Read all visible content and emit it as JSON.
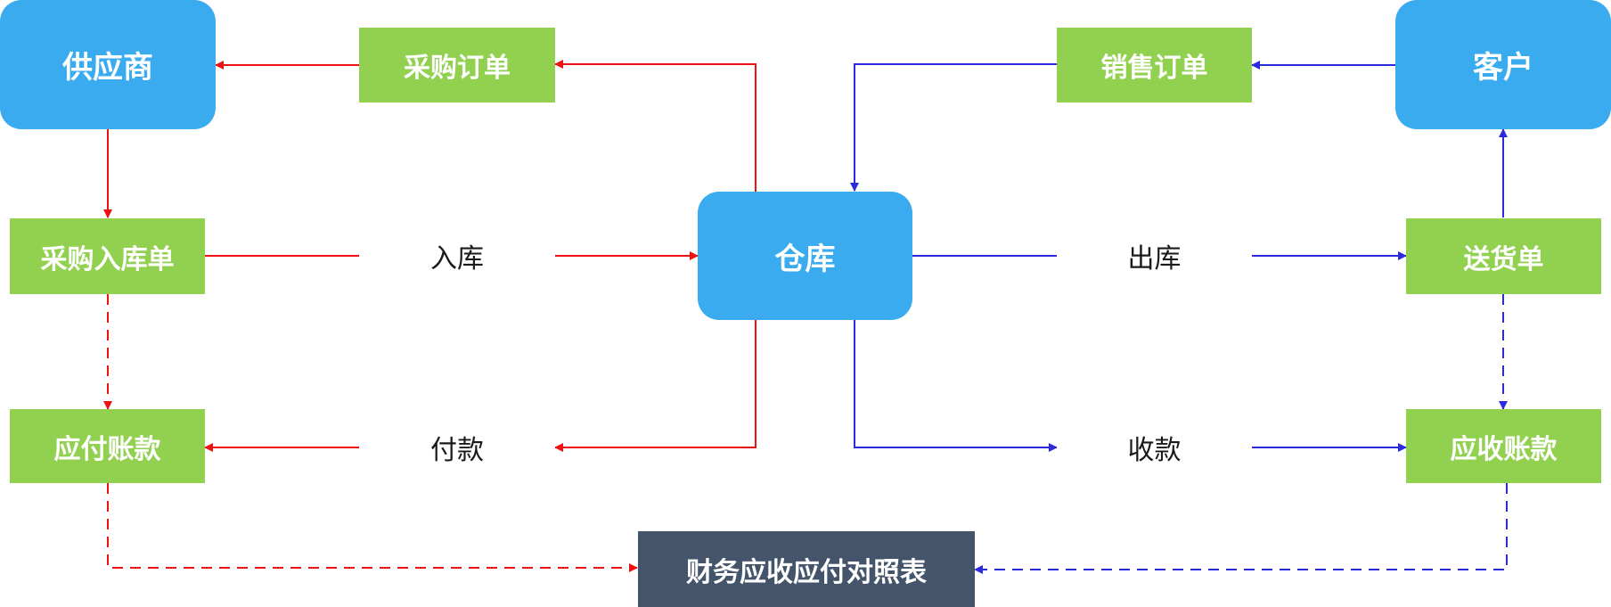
{
  "colors": {
    "entity": "#3aabef",
    "document": "#92d050",
    "report": "#44546a",
    "purchase_flow": "#ee1111",
    "sales_flow": "#2b2bdd"
  },
  "nodes": {
    "supplier": "供应商",
    "purchase_order": "采购订单",
    "warehouse": "仓库",
    "sales_order": "销售订单",
    "customer": "客户",
    "purchase_receipt": "采购入库单",
    "stock_in": "入库",
    "stock_out": "出库",
    "delivery_note": "送货单",
    "accounts_payable": "应付账款",
    "payment": "付款",
    "collection": "收款",
    "accounts_receivable": "应收账款",
    "reconciliation": "财务应收应付对照表"
  }
}
